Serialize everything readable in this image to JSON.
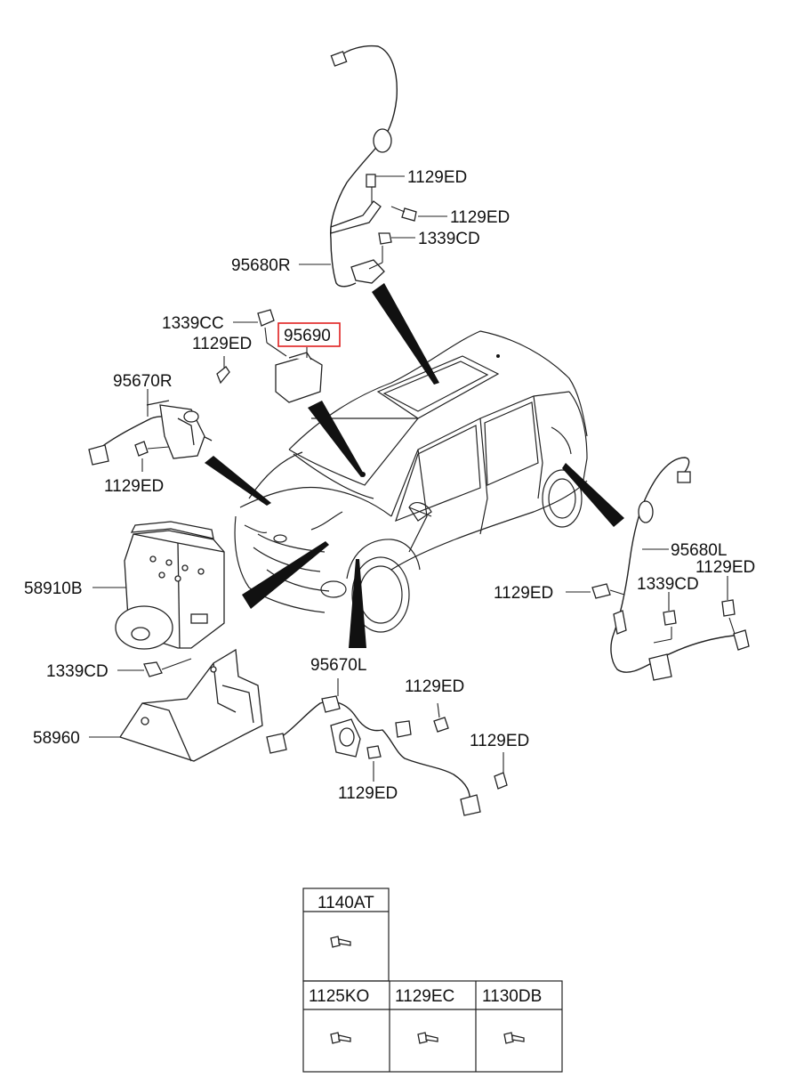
{
  "labels": {
    "r_bolt_1": "1129ED",
    "r_bolt_2": "1129ED",
    "r_nut": "1339CD",
    "r_sensor": "95680R",
    "yaw_nut": "1339CC",
    "yaw_unit": "95690",
    "fr_bolt_top": "1129ED",
    "fr_sensor": "95670R",
    "fr_bolt_bottom": "1129ED",
    "l_sensor": "95680L",
    "l_bolt_right": "1129ED",
    "l_nut": "1339CD",
    "l_bolt_left": "1129ED",
    "hecu": "58910B",
    "hecu_nut": "1339CD",
    "bracket": "58960",
    "fl_sensor": "95670L",
    "fl_bolt_top": "1129ED",
    "fl_bolt_right": "1129ED",
    "fl_bolt_bottom": "1129ED"
  },
  "table": {
    "top": "1140AT",
    "bottom": [
      "1125KO",
      "1129EC",
      "1130DB"
    ]
  },
  "highlight_color": "#e0201f"
}
